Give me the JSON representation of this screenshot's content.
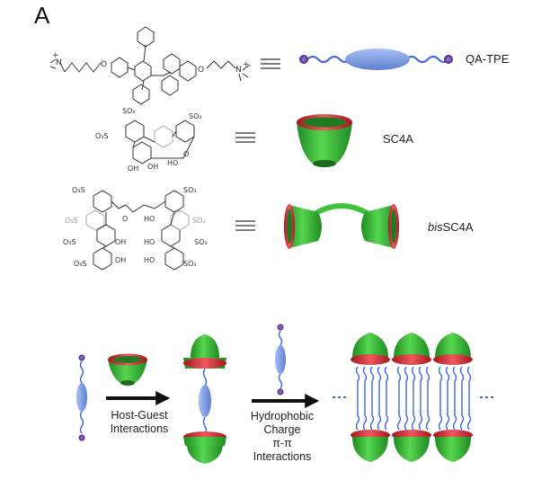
{
  "panel_letter": "A",
  "labels": {
    "qa_tpe": "QA-TPE",
    "sc4a": "SC4A",
    "bis_prefix": "bis",
    "bis_suffix": "SC4A"
  },
  "captions": {
    "step1_line1": "Host-Guest",
    "step1_line2": "Interactions",
    "step2_line1": "Hydrophobic",
    "step2_line2": "Charge",
    "step2_line3": "π-π",
    "step2_line4": "Interactions"
  },
  "colors": {
    "host_green": "#3ec43a",
    "host_rim_red": "#d8383e",
    "guest_blue": "#7f9ee6",
    "tail_purple": "#6a3aa8",
    "arrow": "#111111"
  }
}
